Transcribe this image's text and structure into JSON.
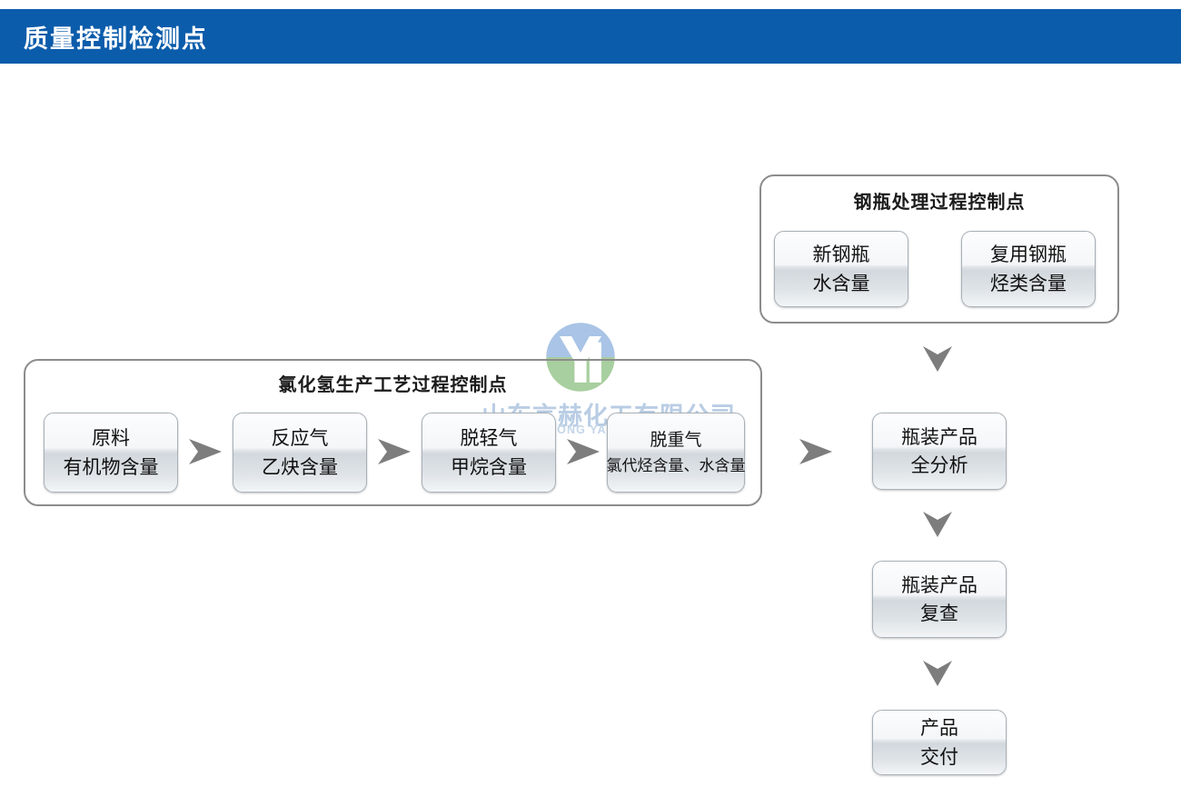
{
  "header": {
    "title": "质量控制检测点",
    "background_color": "#0b5cab",
    "text_color": "#ffffff"
  },
  "watermark": {
    "logo_icon": "yh-monogram-circle-logo",
    "company_cn": "山东言赫化工有限公司",
    "company_en": "SHANDONG YANHE CHEMICAL",
    "color_blue": "#a9c4e6",
    "color_green": "#a8cf9f",
    "text_color": "#b9cde4"
  },
  "groups": {
    "cylinder": {
      "title": "钢瓶处理过程控制点",
      "nodes": [
        {
          "line1": "新钢瓶",
          "line2": "水含量"
        },
        {
          "line1": "复用钢瓶",
          "line2": "烃类含量"
        }
      ]
    },
    "process": {
      "title": "氯化氢生产工艺过程控制点",
      "nodes": [
        {
          "line1": "原料",
          "line2": "有机物含量"
        },
        {
          "line1": "反应气",
          "line2": "乙炔含量"
        },
        {
          "line1": "脱轻气",
          "line2": "甲烷含量"
        },
        {
          "line1": "脱重气",
          "line2": "氯代烃含量、水含量"
        }
      ]
    }
  },
  "output_chain": [
    {
      "line1": "瓶装产品",
      "line2": "全分析"
    },
    {
      "line1": "瓶装产品",
      "line2": "复查"
    },
    {
      "line1": "产品",
      "line2": "交付"
    }
  ],
  "arrows": {
    "horizontal_icon": "arrow-right-chevron-icon",
    "vertical_icon": "arrow-down-chevron-icon",
    "color": "#7a7a7a",
    "count_horizontal": 4,
    "count_vertical": 3
  },
  "node_style": {
    "border_color": "#a7b0b8",
    "text_color": "#111111"
  }
}
